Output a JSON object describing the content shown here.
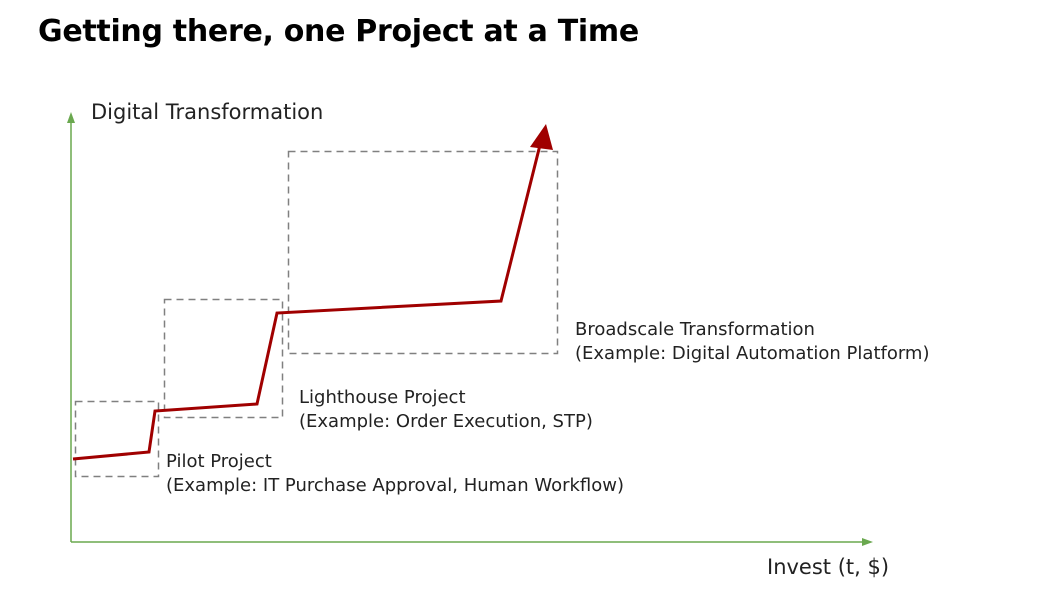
{
  "title": "Getting there, one Project at a Time",
  "axes": {
    "y_label": "Digital Transformation",
    "x_label": "Invest (t, $)",
    "axis_color": "#6aa84f"
  },
  "phases": [
    {
      "name": "Pilot Project",
      "example": "(Example: IT Purchase Approval, Human Workflow)"
    },
    {
      "name": "Lighthouse Project",
      "example": "(Example: Order Execution, STP)"
    },
    {
      "name": "Broadscale Transformation",
      "example": "(Example: Digital Automation Platform)"
    }
  ],
  "colors": {
    "trajectory": "#a00000",
    "phase_box_border": "#808080"
  }
}
